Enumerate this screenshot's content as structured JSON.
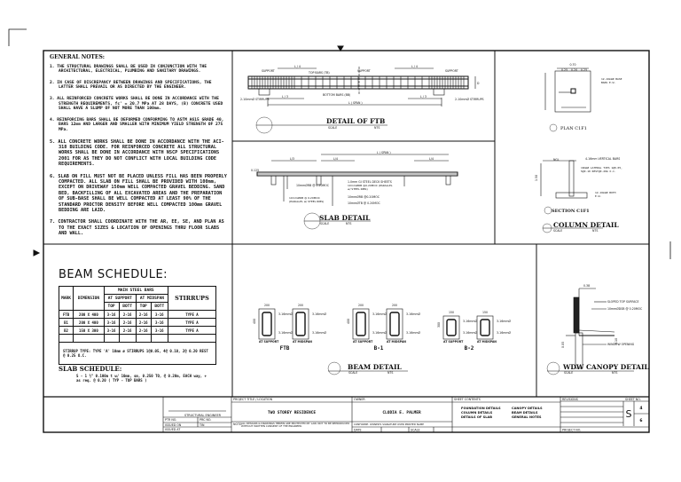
{
  "general_notes": {
    "title": "GENERAL NOTES:",
    "items": [
      "1. THE STRUCTURAL DRAWINGS SHALL BE USED IN CONJUNCTION WITH THE ARCHITECTURAL, ELECTRICAL, PLUMBING AND SANITARY DRAWINGS.",
      "2. IN CASE OF DISCREPANCY BETWEEN DRAWINGS AND SPECIFICATIONS, THE LATTER SHALL PREVAIL OR AS DIRECTED BY THE ENGINEER.",
      "3. ALL REINFORCED CONCRETE WORKS SHALL BE DONE IN ACCORDANCE WITH THE STRENGTH REQUIREMENTS, fc' = 20.7 MPa AT 28 DAYS, (B) CONCRETE USED SHALL HAVE A SLUMP OF NOT MORE THAN 100mm.",
      "4. REINFORCING BARS SHALL BE DEFORMED CONFORMING TO ASTM A615 GRADE 40, BARS 12mm AND LARGER AND SMALLER WITH MINIMUM YIELD STRENGTH OF 275 MPa.",
      "5. ALL CONCRETE WORKS SHALL BE DONE IN ACCORDANCE WITH THE ACI-318 BUILDING CODE. FOR REINFORCED CONCRETE ALL STRUCTURAL WORKS SHALL BE DONE IN ACCORDANCE WITH NSCP SPECIFICATIONS 2001 FOR AS THEY DO NOT CONFLICT WITH LOCAL BUILDING CODE REQUIREMENTS.",
      "6. SLAB ON FILL MUST NOT BE PLACED UNLESS FILL HAS BEEN PROPERLY COMPACTED. ALL SLAB ON FILL SHALL BE PROVIDED WITH 100mm, EXCEPT ON DRIVEWAY 150mm WELL COMPACTED GRAVEL BEDDING. SAND BED, BACKFILLING OF ALL EXCAVATED AREAS AND THE PREPARATION OF SUB-BASE SHALL BE WELL COMPACTED AT LEAST 90% OF THE STANDARD PROCTOR DENSITY BEFORE WELL COMPACTED 100mm GRAVEL BEDDING ARE LAID.",
      "7. CONTRACTOR SHALL COORDINATE WITH THE AR, EE, SE, AND PLAN AS TO THE EXACT SIZES & LOCATION OF OPENINGS THRU FLOOR SLABS AND WALL."
    ]
  },
  "beam_schedule": {
    "title": "BEAM SCHEDULE:",
    "headers": {
      "mark": "MARK",
      "dimension": "DIMENSION",
      "main_bars": "MAIN STEEL BARS",
      "at_support": "AT SUPPORT",
      "at_midspan": "AT MIDSPAN",
      "top": "TOP",
      "bott": "BOTT",
      "stirrups": "STIRRUPS"
    },
    "rows": [
      [
        "FTB",
        "200 X 400",
        "3-16",
        "2-16",
        "2-16",
        "3-16",
        "TYPE A"
      ],
      [
        "B1",
        "200 X 400",
        "3-16",
        "2-16",
        "2-16",
        "3-16",
        "TYPE A"
      ],
      [
        "B2",
        "150 X 300",
        "3-16",
        "2-16",
        "2-16",
        "3-16",
        "TYPE A"
      ],
      [
        "",
        "",
        "",
        "",
        "",
        "",
        ""
      ]
    ],
    "stirrup_note": "STIRRUP TYPE: TYPE 'A' 10mm ø STIRRUPS 1@0.05, 4@ 0.10, 2@ 0.20 REST @ 0.25 O.C."
  },
  "slab_schedule": {
    "title": "SLAB SCHEDULE:",
    "text": "S - 1 ½\" 0.100m t w/ 10mm, sm, 0.250 TO, @ 0.20m, EACH way, + as req. @ 0.20 ( TYP - TOP BARS )"
  },
  "ftb_detail": {
    "title": "DETAIL OF FTB",
    "scale": "SCALE",
    "nts": "NTS",
    "labels": {
      "support": "SUPPORT",
      "l4": "L / 4",
      "l3": "L / 3",
      "top_bars": "TOP BARS (TB)",
      "bottom_bars": "BOTTOM BARS (BB)",
      "stirrups": "2-10mmØ STIRRUPS",
      "span": "L ( SPAN )",
      "d": "D"
    }
  },
  "slab_detail": {
    "title": "SLAB DETAIL",
    "scale": "SCALE",
    "nts": "NTS",
    "labels": {
      "span": "L ( SPAN )",
      "l3": "L/3",
      "l4": "L/4",
      "n1": "10mmØRB @ 0.20MOC",
      "n2": "10mmØRB @ 0.20MOC (PARALLEL w/ STEEL RIBS)",
      "n3": "1.0mm GI STEEL DECK SHEETS",
      "n4": "10mmØRB @0.20MOC (PARALLEL w/ STEEL RIBS)",
      "n5": "10mmØRB @0.20MOC",
      "n6": "10mmØTB @ 0.20MOC",
      "thk": "0.125"
    }
  },
  "column_detail": {
    "title": "COLUMN DETAIL",
    "plan_title": "PLAN C1F1",
    "section_title": "SECTION C1F1",
    "scale": "SCALE",
    "nts": "NTS",
    "labels": {
      "w": "0.70",
      "w3a": "0.25",
      "w3b": "0.20",
      "w3c": "0.25",
      "base_bars": "12-16mmØ BASE BARS E.W.",
      "vert": "4-16mm VERTICAL BARS",
      "ties": "10mmØ LATERAL TIES 1@0.05, 5@0.10 REST@0.20m O.C.",
      "bot": "12-16mmØ BOTH E.W.",
      "ngl": "NGL",
      "depth": "1.50",
      "h": "0.25"
    }
  },
  "beam_detail": {
    "title": "BEAM DETAIL",
    "scale": "SCALE",
    "nts": "NTS",
    "sections": [
      {
        "label": "FTB",
        "w": "200",
        "h": "400"
      },
      {
        "label": "B-1",
        "w": "200",
        "h": "400"
      },
      {
        "label": "B-2",
        "w": "150",
        "h": "300"
      }
    ],
    "bar_label": "3-16mmØ",
    "bottom_label": "AT SUPPORT",
    "bottom_label2": "AT MIDSPAN"
  },
  "canopy_detail": {
    "title": "WDW CANOPY DETAIL",
    "scale": "SCALE",
    "nts": "NTS",
    "labels": {
      "width": "0.38",
      "sloped": "SLOPED TOP SURFACE",
      "bars": "10mmØDSB @ 0.20MOC",
      "window": "WINDOW OPENING",
      "h1": "0.05",
      "h2": "0.10"
    }
  },
  "title_block": {
    "signature_label": "STRUCTURAL ENGINEER",
    "ptr_no": "PTR NO.",
    "prc_no": "PRC NO.",
    "issued_on": "ISSUED ON",
    "tin": "TIN",
    "issued_at": "ISSUED AT",
    "project_label": "PROJECT TITLE / LOCATION",
    "project_title": "TWO STOREY RESIDENCE",
    "note_label": "NOTE:",
    "note": "ALL DESIGNS & DRAWINGS HEREIN ARE PROTECTED BY LAW. NOT TO BE REPRODUCED WITHOUT WRITTEN CONSENT OF THE ENGINEER.",
    "owner_label": "OWNER",
    "owner": "CLODIA E. PALMER",
    "owner_sub": "CONFORME: OWNER'S SIGNATURE OVER PRINTED NAME",
    "date_label": "DATE",
    "date_value": "",
    "scale_label": "SCALE",
    "sheet_contents_label": "SHEET CONTENTS",
    "sheet_contents": [
      "FOUNDATION DETAILS",
      "COLUMN DETAILS",
      "DETAILS OF SLAB",
      "CANOPY DETAILS",
      "BEAM DETAILS",
      "GENERAL NOTES"
    ],
    "revisions_label": "REVISIONS",
    "sheet_no_label": "SHEET NO.",
    "sheet_letter": "S",
    "sheet_no": "4",
    "sheet_total": "6",
    "project_no": "PROJECT NO."
  }
}
